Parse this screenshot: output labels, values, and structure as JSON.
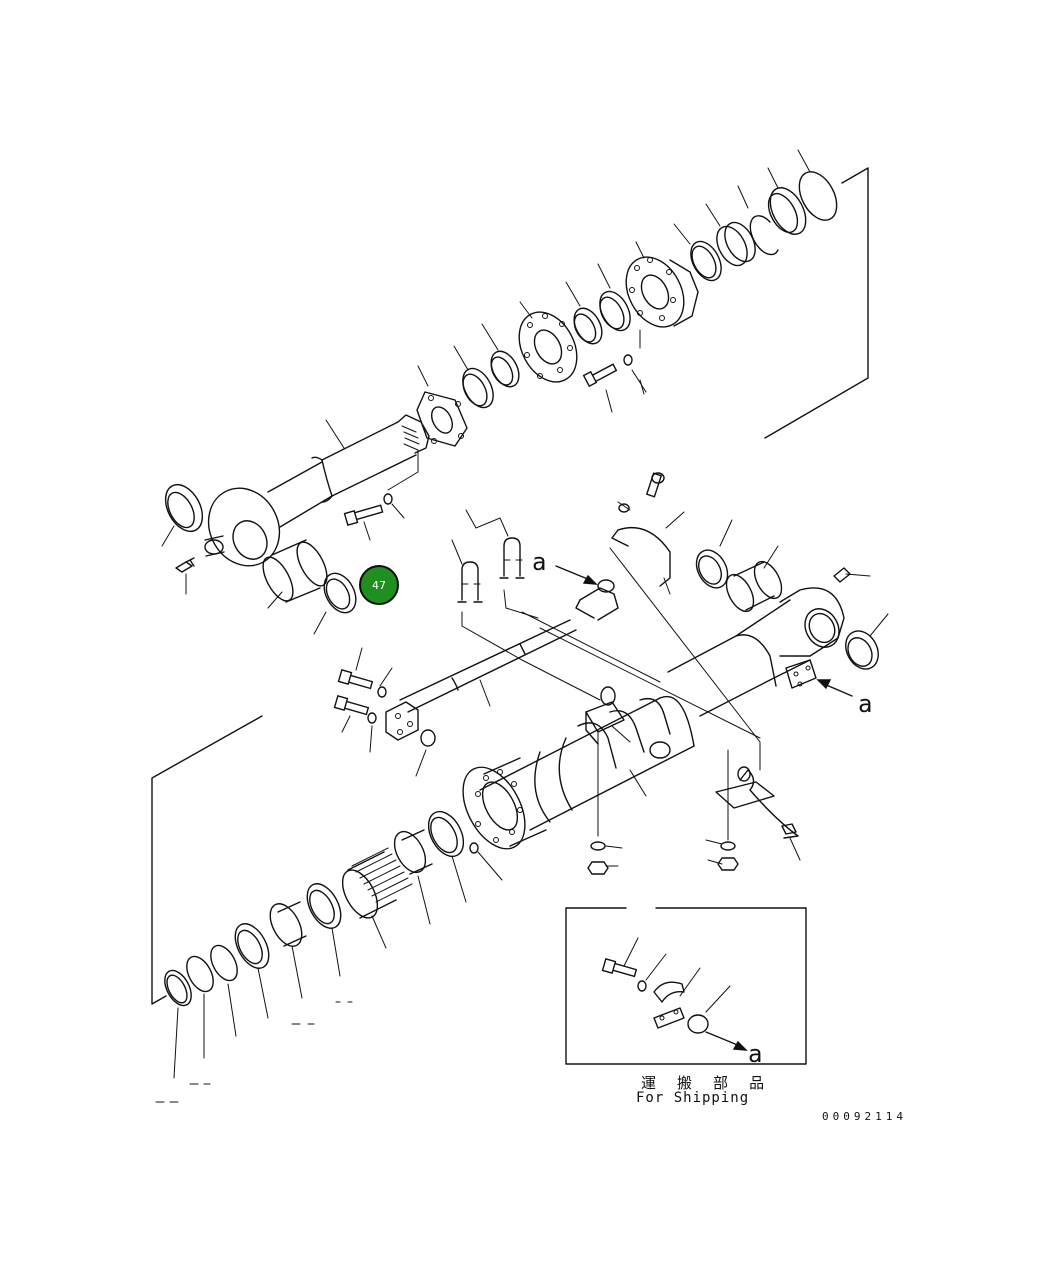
{
  "diagram": {
    "hotspot_label": "47",
    "hotspot_color": "#1f8f1f",
    "reference_mark": "a",
    "caption_japanese": "運 搬 部 品",
    "caption_english": "For Shipping",
    "drawing_number": "00092114"
  }
}
